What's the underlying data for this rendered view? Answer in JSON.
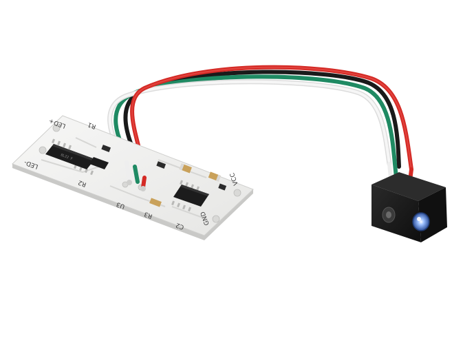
{
  "image": {
    "colors": {
      "background": "#ffffff",
      "pcb": "#f1f1f0",
      "pcb_edge": "#c9c9c7",
      "chip": "#1c1c1c",
      "wire_red": "#d42a25",
      "wire_green": "#1f8a63",
      "wire_white": "#eeeeee",
      "wire_black": "#1a1a1a",
      "sensor_body": "#161616",
      "ir_led": "#4a78c8",
      "smd_cap": "#c9a15a"
    },
    "silkscreen": {
      "led_plus": "LED+",
      "led_minus": "LED-",
      "r1": "R1",
      "r2": "R2",
      "r3": "R3",
      "u3": "U3",
      "vcc": "VCC",
      "gnd": "GND",
      "c2": "C2"
    }
  }
}
